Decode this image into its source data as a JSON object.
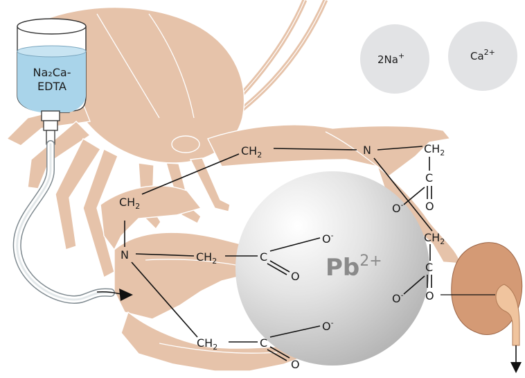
{
  "bottle": {
    "line1": "Na₂Ca-",
    "line2": "EDTA"
  },
  "ions": {
    "sodium": {
      "base": "2Na",
      "charge": "+"
    },
    "calcium": {
      "base": "Ca",
      "charge": "2+"
    }
  },
  "metal": {
    "symbol": "Pb",
    "charge": "2+"
  },
  "atoms": {
    "n_left": "N",
    "n_right": "N",
    "ch2": "CH",
    "ch2_sub": "2",
    "c": "C",
    "o": "O",
    "o_minus": "O",
    "minus": "-"
  },
  "colors": {
    "crab": "#e6c3aa",
    "liquid": "#a9d4ea",
    "sphere": "#d6d6d6",
    "ion_circle": "#e2e3e5",
    "kidney": "#d49a75",
    "ureter": "#f0c49e",
    "metal_text": "#8a8a8a"
  },
  "icons": [
    "iv-bottle-icon",
    "lobster-icon",
    "kidney-icon",
    "arrow-icon"
  ]
}
